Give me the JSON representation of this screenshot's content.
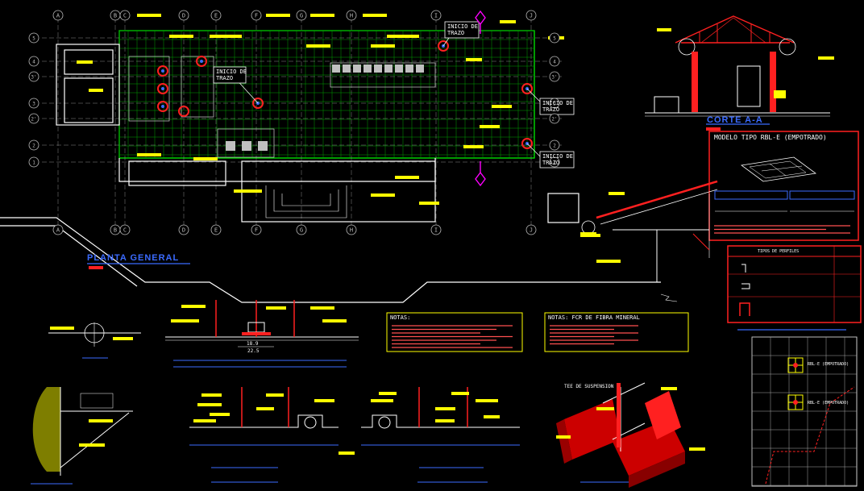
{
  "titles": {
    "planta_general": "PLANTA GENERAL",
    "corte_aa": "CORTE A-A",
    "modelo": "MODELO TIPO RBL-E (EMPOTRADO)",
    "notas1_head": "NOTAS:",
    "notas2_head": "NOTAS: FCR DE FIBRA MINERAL",
    "tee": "TEE DE SUSPENSION",
    "tipo_perfiles": "TIPOS DE PERFILES",
    "rbl_label1": "RBL-E (EMPOTRADO)",
    "rbl_label2": "RBL-E (EMPOTRADO)",
    "dim_value": "18.9",
    "dim_value2": "22.5"
  },
  "callouts": [
    {
      "text": "INICIO DE\nTRAZO"
    },
    {
      "text": "INICIO DE\nTRAZO"
    },
    {
      "text": "INICIO DE\nTRAZO"
    },
    {
      "text": "INICIO DE\nTRAZO"
    }
  ],
  "grid_top": [
    "A",
    "B",
    "C",
    "D",
    "E",
    "F",
    "G",
    "H",
    "I",
    "J"
  ],
  "grid_left": [
    "5",
    "4",
    "3'",
    "3",
    "2'",
    "2",
    "1"
  ],
  "colors": {
    "background": "#000000",
    "grid": "#00ff00",
    "wall": "#ffffff",
    "hatch": "#ff0000",
    "label": "#ffff00",
    "dim": "#ffffff",
    "accent_blue": "#3b6bff",
    "magenta": "#ff00ff"
  },
  "icons": [
    "grid-bubble-icon",
    "callout-circle-icon",
    "section-marker-icon"
  ]
}
